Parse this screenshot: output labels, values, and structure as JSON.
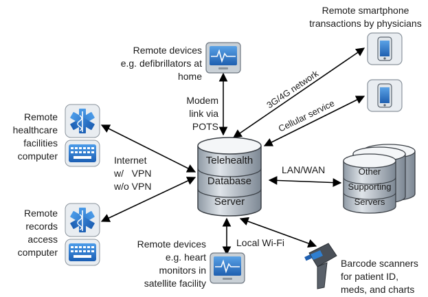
{
  "nodes": {
    "central_server": [
      "Telehealth",
      "Database",
      "Server"
    ],
    "supporting_servers": [
      "Other",
      "Supporting",
      "Servers"
    ],
    "remote_defib": [
      "Remote devices",
      "e.g. defibrillators at",
      "home"
    ],
    "remote_smartphone": [
      "Remote smartphone",
      "transactions by physicians"
    ],
    "remote_healthcare": [
      "Remote",
      "healthcare",
      "facilities",
      "computer"
    ],
    "remote_records": [
      "Remote",
      "records",
      "access",
      "computer"
    ],
    "remote_heart": [
      "Remote devices",
      "e.g. heart",
      "monitors in",
      "satellite facility"
    ],
    "barcode": [
      "Barcode scanners",
      "for patient ID,",
      "meds, and charts"
    ]
  },
  "links": {
    "modem": [
      "Modem",
      "link via",
      "POTS"
    ],
    "network_3g4g": "3G/4G network",
    "cellular": "Cellular service",
    "internet": [
      "Internet",
      "w/   VPN",
      "w/o VPN"
    ],
    "lan_wan": "LAN/WAN",
    "local_wifi": "Local Wi-Fi"
  },
  "colors": {
    "cylinder_top": "#f4f6f8",
    "cylinder_body": "#b8c2cc",
    "cylinder_stroke": "#3a3f45",
    "monitor_screen": "#2f7fd1",
    "monitor_frame": "#c9d0d6",
    "medical_icon": "#2a78d6",
    "keyboard_icon": "#2a78d6",
    "arrow": "#000000"
  },
  "icons": [
    "monitor-icon",
    "smartphone-icon",
    "medical-star-icon",
    "keyboard-icon",
    "barcode-scanner-icon",
    "database-icon",
    "server-stack-icon"
  ]
}
